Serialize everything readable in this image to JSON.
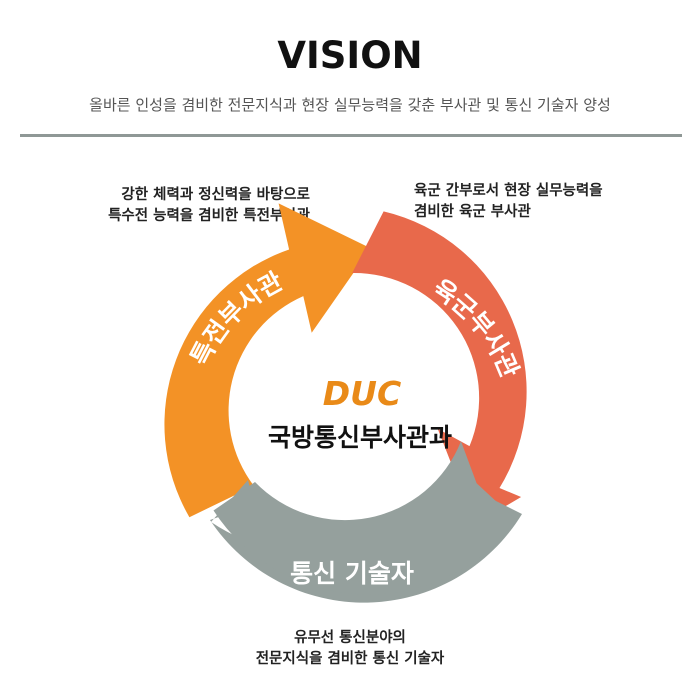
{
  "header": {
    "title": "VISION",
    "subtitle": "올바른 인성을 겸비한 전문지식과 현장 실무능력을 갖춘 부사관 및 통신 기술자 양성"
  },
  "center": {
    "logo": "DUC",
    "name": "국방통신부사관과"
  },
  "segments": {
    "special": {
      "label": "특전부사관",
      "color": "#f39226"
    },
    "army": {
      "label": "육군부사관",
      "color": "#e8694b"
    },
    "comm": {
      "label": "통신 기술자",
      "color": "#95a09d"
    }
  },
  "descriptions": {
    "special": [
      "강한 체력과 정신력을 바탕으로",
      "특수전 능력을 겸비한 특전부사관"
    ],
    "army": [
      "육군 간부로서 현장 실무능력을",
      "겸비한 육군 부사관"
    ],
    "comm": [
      "유무선 통신분야의",
      "전문지식을 겸비한 통신 기술자"
    ]
  },
  "colors": {
    "divider": "#8f9896",
    "logo": "#e98a18"
  }
}
